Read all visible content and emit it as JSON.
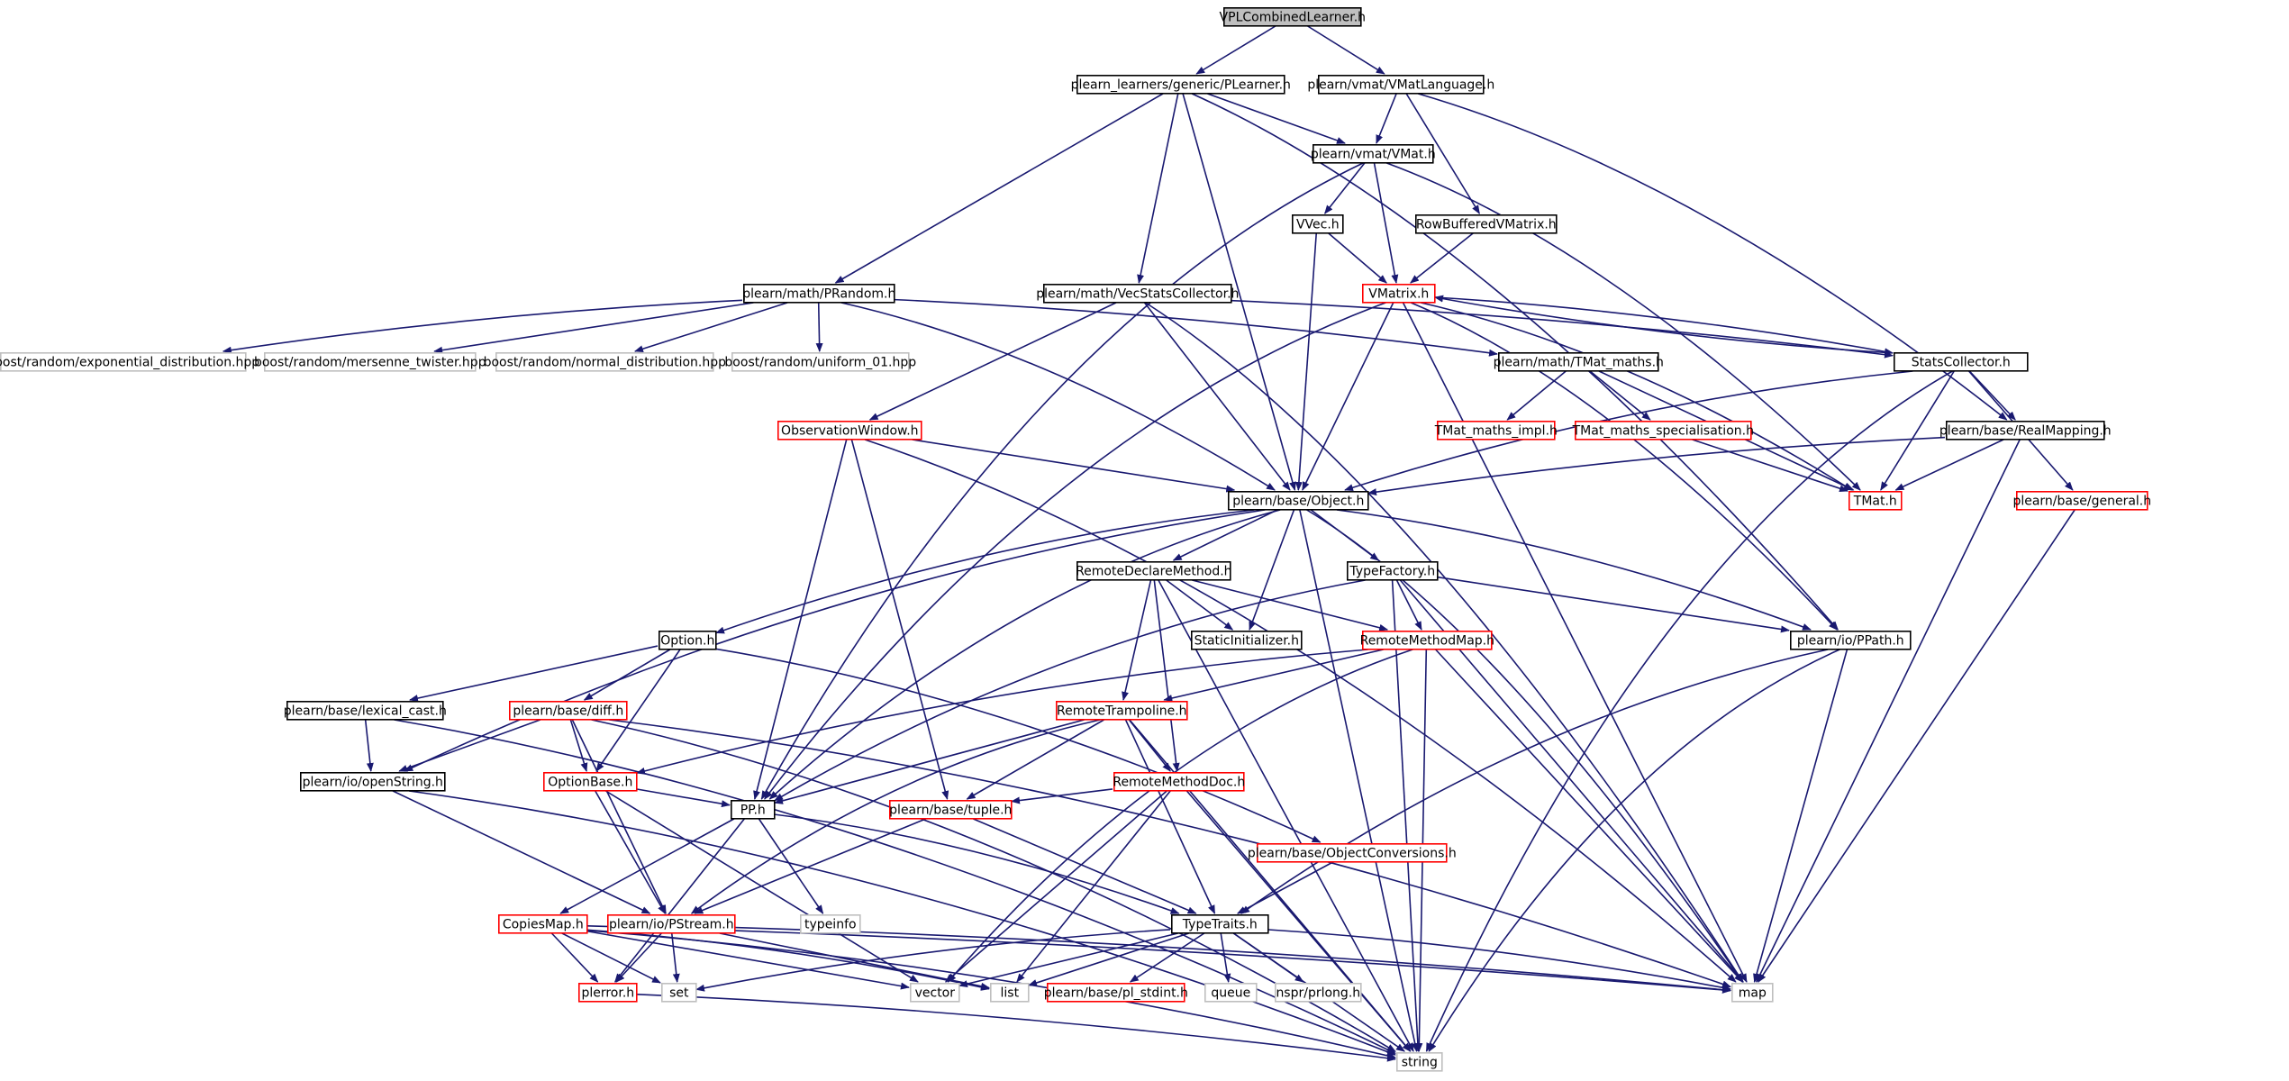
{
  "graph": {
    "title": "VPLCombinedLearner.h",
    "colors": {
      "edge": "#191970",
      "root_fill": "#bfbfbf",
      "root_border": "#000000",
      "normal_border": "#000000",
      "truncated_border": "#ff0000",
      "external_border": "#bfbfbf",
      "node_fill": "#ffffff"
    },
    "nodes": [
      {
        "id": "vpl",
        "label": "VPLCombinedLearner.h",
        "kind": "root"
      },
      {
        "id": "plearner",
        "label": "plearn_learners/generic/PLearner.h",
        "kind": "normal"
      },
      {
        "id": "vmatlang",
        "label": "plearn/vmat/VMatLanguage.h",
        "kind": "normal"
      },
      {
        "id": "vmat",
        "label": "plearn/vmat/VMat.h",
        "kind": "normal"
      },
      {
        "id": "vvec",
        "label": "VVec.h",
        "kind": "normal"
      },
      {
        "id": "rowbuf",
        "label": "RowBufferedVMatrix.h",
        "kind": "normal"
      },
      {
        "id": "prandom",
        "label": "plearn/math/PRandom.h",
        "kind": "normal"
      },
      {
        "id": "vecstats",
        "label": "plearn/math/VecStatsCollector.h",
        "kind": "normal"
      },
      {
        "id": "vmatrix",
        "label": "VMatrix.h",
        "kind": "truncated"
      },
      {
        "id": "bexp",
        "label": "boost/random/exponential_distribution.hpp",
        "kind": "external"
      },
      {
        "id": "bmt",
        "label": "boost/random/mersenne_twister.hpp",
        "kind": "external"
      },
      {
        "id": "bnorm",
        "label": "boost/random/normal_distribution.hpp",
        "kind": "external"
      },
      {
        "id": "bunif",
        "label": "boost/random/uniform_01.hpp",
        "kind": "external"
      },
      {
        "id": "tmatmaths",
        "label": "plearn/math/TMat_maths.h",
        "kind": "normal"
      },
      {
        "id": "statscoll",
        "label": "StatsCollector.h",
        "kind": "normal"
      },
      {
        "id": "tmatimpl",
        "label": "TMat_maths_impl.h",
        "kind": "truncated"
      },
      {
        "id": "tmatspec",
        "label": "TMat_maths_specialisation.h",
        "kind": "truncated"
      },
      {
        "id": "obswin",
        "label": "ObservationWindow.h",
        "kind": "truncated"
      },
      {
        "id": "realmap",
        "label": "plearn/base/RealMapping.h",
        "kind": "normal"
      },
      {
        "id": "object",
        "label": "plearn/base/Object.h",
        "kind": "normal"
      },
      {
        "id": "tmat",
        "label": "TMat.h",
        "kind": "truncated"
      },
      {
        "id": "general",
        "label": "plearn/base/general.h",
        "kind": "truncated"
      },
      {
        "id": "remdecl",
        "label": "RemoteDeclareMethod.h",
        "kind": "normal"
      },
      {
        "id": "typefact",
        "label": "TypeFactory.h",
        "kind": "normal"
      },
      {
        "id": "option",
        "label": "Option.h",
        "kind": "normal"
      },
      {
        "id": "staticinit",
        "label": "StaticInitializer.h",
        "kind": "normal"
      },
      {
        "id": "remmm",
        "label": "RemoteMethodMap.h",
        "kind": "truncated"
      },
      {
        "id": "ppath",
        "label": "plearn/io/PPath.h",
        "kind": "normal"
      },
      {
        "id": "lexcast",
        "label": "plearn/base/lexical_cast.h",
        "kind": "normal"
      },
      {
        "id": "diff",
        "label": "plearn/base/diff.h",
        "kind": "truncated"
      },
      {
        "id": "remtramp",
        "label": "RemoteTrampoline.h",
        "kind": "truncated"
      },
      {
        "id": "openstr",
        "label": "plearn/io/openString.h",
        "kind": "normal"
      },
      {
        "id": "optbase",
        "label": "OptionBase.h",
        "kind": "truncated"
      },
      {
        "id": "remdoc",
        "label": "RemoteMethodDoc.h",
        "kind": "truncated"
      },
      {
        "id": "pp",
        "label": "PP.h",
        "kind": "normal"
      },
      {
        "id": "tuple",
        "label": "plearn/base/tuple.h",
        "kind": "truncated"
      },
      {
        "id": "objconv",
        "label": "plearn/base/ObjectConversions.h",
        "kind": "truncated"
      },
      {
        "id": "typeinfo",
        "label": "typeinfo",
        "kind": "external"
      },
      {
        "id": "copiesmap",
        "label": "CopiesMap.h",
        "kind": "truncated"
      },
      {
        "id": "pstream",
        "label": "plearn/io/PStream.h",
        "kind": "truncated"
      },
      {
        "id": "typetraits",
        "label": "TypeTraits.h",
        "kind": "normal"
      },
      {
        "id": "plerror",
        "label": "plerror.h",
        "kind": "truncated"
      },
      {
        "id": "set",
        "label": "set",
        "kind": "external"
      },
      {
        "id": "vector",
        "label": "vector",
        "kind": "external"
      },
      {
        "id": "list",
        "label": "list",
        "kind": "external"
      },
      {
        "id": "plstdint",
        "label": "plearn/base/pl_stdint.h",
        "kind": "truncated"
      },
      {
        "id": "queue",
        "label": "queue",
        "kind": "external"
      },
      {
        "id": "prlong",
        "label": "nspr/prlong.h",
        "kind": "external"
      },
      {
        "id": "map",
        "label": "map",
        "kind": "external"
      },
      {
        "id": "string",
        "label": "string",
        "kind": "external"
      }
    ],
    "edges": [
      [
        "vpl",
        "plearner"
      ],
      [
        "vpl",
        "vmatlang"
      ],
      [
        "plearner",
        "vmat"
      ],
      [
        "plearner",
        "prandom"
      ],
      [
        "plearner",
        "vecstats"
      ],
      [
        "plearner",
        "object"
      ],
      [
        "plearner",
        "ppath"
      ],
      [
        "vmatlang",
        "vmat"
      ],
      [
        "vmatlang",
        "rowbuf"
      ],
      [
        "vmatlang",
        "realmap"
      ],
      [
        "vmat",
        "vvec"
      ],
      [
        "vmat",
        "vmatrix"
      ],
      [
        "vmat",
        "pp"
      ],
      [
        "vmat",
        "tmat"
      ],
      [
        "vvec",
        "vmatrix"
      ],
      [
        "vvec",
        "object"
      ],
      [
        "rowbuf",
        "vmatrix"
      ],
      [
        "prandom",
        "bexp"
      ],
      [
        "prandom",
        "bmt"
      ],
      [
        "prandom",
        "bnorm"
      ],
      [
        "prandom",
        "bunif"
      ],
      [
        "prandom",
        "tmatmaths"
      ],
      [
        "prandom",
        "object"
      ],
      [
        "vecstats",
        "statscoll"
      ],
      [
        "vecstats",
        "obswin"
      ],
      [
        "vecstats",
        "object"
      ],
      [
        "vecstats",
        "map"
      ],
      [
        "vmatrix",
        "statscoll"
      ],
      [
        "vmatrix",
        "object"
      ],
      [
        "vmatrix",
        "tmat"
      ],
      [
        "vmatrix",
        "pp"
      ],
      [
        "vmatrix",
        "ppath"
      ],
      [
        "vmatrix",
        "map"
      ],
      [
        "tmatmaths",
        "tmatimpl"
      ],
      [
        "tmatmaths",
        "tmatspec"
      ],
      [
        "tmatmaths",
        "tmat"
      ],
      [
        "statscoll",
        "realmap"
      ],
      [
        "statscoll",
        "general"
      ],
      [
        "statscoll",
        "tmat"
      ],
      [
        "statscoll",
        "object"
      ],
      [
        "statscoll",
        "vmatrix"
      ],
      [
        "statscoll",
        "string"
      ],
      [
        "tmatspec",
        "tmat"
      ],
      [
        "obswin",
        "object"
      ],
      [
        "obswin",
        "pp"
      ],
      [
        "obswin",
        "tuple"
      ],
      [
        "obswin",
        "map"
      ],
      [
        "realmap",
        "object"
      ],
      [
        "realmap",
        "tmat"
      ],
      [
        "realmap",
        "map"
      ],
      [
        "general",
        "map"
      ],
      [
        "object",
        "remdecl"
      ],
      [
        "object",
        "typefact"
      ],
      [
        "object",
        "option"
      ],
      [
        "object",
        "staticinit"
      ],
      [
        "object",
        "ppath"
      ],
      [
        "object",
        "pp"
      ],
      [
        "object",
        "openstr"
      ],
      [
        "object",
        "map"
      ],
      [
        "object",
        "string"
      ],
      [
        "remdecl",
        "staticinit"
      ],
      [
        "remdecl",
        "remmm"
      ],
      [
        "remdecl",
        "remtramp"
      ],
      [
        "remdecl",
        "remdoc"
      ],
      [
        "remdecl",
        "string"
      ],
      [
        "typefact",
        "remmm"
      ],
      [
        "typefact",
        "ppath"
      ],
      [
        "typefact",
        "pp"
      ],
      [
        "typefact",
        "map"
      ],
      [
        "typefact",
        "string"
      ],
      [
        "option",
        "lexcast"
      ],
      [
        "option",
        "diff"
      ],
      [
        "option",
        "optbase"
      ],
      [
        "option",
        "objconv"
      ],
      [
        "remmm",
        "remtramp"
      ],
      [
        "remmm",
        "optbase"
      ],
      [
        "remmm",
        "map"
      ],
      [
        "remmm",
        "string"
      ],
      [
        "remmm",
        "vector"
      ],
      [
        "ppath",
        "typetraits"
      ],
      [
        "ppath",
        "map"
      ],
      [
        "ppath",
        "string"
      ],
      [
        "lexcast",
        "openstr"
      ],
      [
        "lexcast",
        "string"
      ],
      [
        "diff",
        "openstr"
      ],
      [
        "diff",
        "optbase"
      ],
      [
        "diff",
        "pstream"
      ],
      [
        "diff",
        "map"
      ],
      [
        "diff",
        "string"
      ],
      [
        "remtramp",
        "remdoc"
      ],
      [
        "remtramp",
        "pp"
      ],
      [
        "remtramp",
        "tuple"
      ],
      [
        "remtramp",
        "pstream"
      ],
      [
        "remtramp",
        "typetraits"
      ],
      [
        "remtramp",
        "string"
      ],
      [
        "openstr",
        "pstream"
      ],
      [
        "openstr",
        "string"
      ],
      [
        "optbase",
        "pp"
      ],
      [
        "optbase",
        "pstream"
      ],
      [
        "optbase",
        "vector"
      ],
      [
        "remdoc",
        "tuple"
      ],
      [
        "remdoc",
        "list"
      ],
      [
        "remdoc",
        "vector"
      ],
      [
        "remdoc",
        "string"
      ],
      [
        "pp",
        "copiesmap"
      ],
      [
        "pp",
        "typetraits"
      ],
      [
        "pp",
        "typeinfo"
      ],
      [
        "pp",
        "plerror"
      ],
      [
        "tuple",
        "typetraits"
      ],
      [
        "tuple",
        "pstream"
      ],
      [
        "objconv",
        "typetraits"
      ],
      [
        "copiesmap",
        "plerror"
      ],
      [
        "copiesmap",
        "set"
      ],
      [
        "copiesmap",
        "vector"
      ],
      [
        "copiesmap",
        "list"
      ],
      [
        "copiesmap",
        "map"
      ],
      [
        "copiesmap",
        "string"
      ],
      [
        "pstream",
        "plerror"
      ],
      [
        "pstream",
        "set"
      ],
      [
        "pstream",
        "list"
      ],
      [
        "pstream",
        "map"
      ],
      [
        "typetraits",
        "set"
      ],
      [
        "typetraits",
        "vector"
      ],
      [
        "typetraits",
        "list"
      ],
      [
        "typetraits",
        "plstdint"
      ],
      [
        "typetraits",
        "queue"
      ],
      [
        "typetraits",
        "prlong"
      ],
      [
        "typetraits",
        "map"
      ],
      [
        "typetraits",
        "string"
      ],
      [
        "plerror",
        "string"
      ]
    ]
  }
}
